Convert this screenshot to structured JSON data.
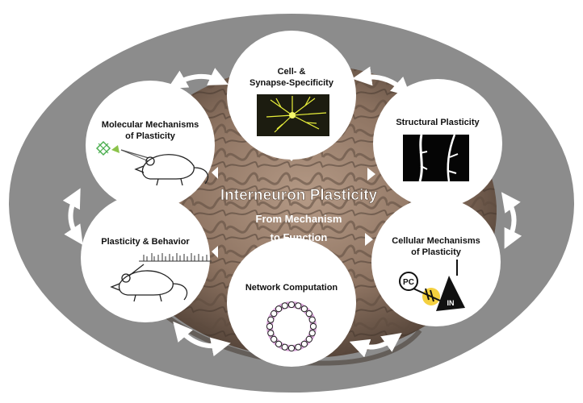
{
  "center": {
    "title": "Interneuron Plasticity",
    "subtitle_line1": "From Mechanism",
    "subtitle_line2": "to Function"
  },
  "nodes": {
    "cell_synapse": {
      "line1": "Cell- &",
      "line2": "Synapse-Specificity"
    },
    "structural": {
      "line1": "Structural Plasticity"
    },
    "cellular": {
      "line1": "Cellular Mechanisms",
      "line2": "of Plasticity",
      "pc_label": "PC",
      "in_label": "IN"
    },
    "network": {
      "line1": "Network Computation"
    },
    "behavior": {
      "line1": "Plasticity & Behavior"
    },
    "molecular": {
      "line1": "Molecular Mechanisms",
      "line2": "of Plasticity"
    }
  },
  "colors": {
    "ring": "#8c8c8c",
    "node_fill": "#ffffff",
    "center_text": "#ffffff",
    "neuron_yellow": "#e8ef3a",
    "synapse_highlight": "#f1c40f",
    "network_ring": "#d9a6d9"
  },
  "icons": [
    "bidirectional-arrow-icon",
    "mouse-icon",
    "neuron-icon",
    "dendrite-icon"
  ]
}
